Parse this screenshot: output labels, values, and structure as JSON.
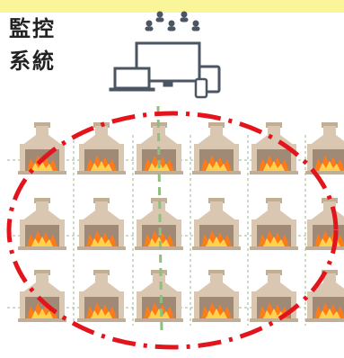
{
  "colors": {
    "top_band": "#fbf59a",
    "ellipse": "#e3151c",
    "link_dash": "#8fbf7e",
    "grid_dash": "#9fb39a",
    "stove_body": "#d9c7b2",
    "stove_shade": "#c2ad95",
    "firebox": "#a08a76",
    "flame_outer": "#ff7a18",
    "flame_inner": "#ffd34d",
    "device_fill": "#4b5563"
  },
  "label": {
    "line1": "監控",
    "line2": "系統"
  },
  "icons": {
    "monitoring_devices": "laptop-monitor-tablet-phone-with-users-icon",
    "kiln": "fireplace-kiln-icon"
  },
  "kiln_grid": {
    "rows": 3,
    "columns": 6
  }
}
